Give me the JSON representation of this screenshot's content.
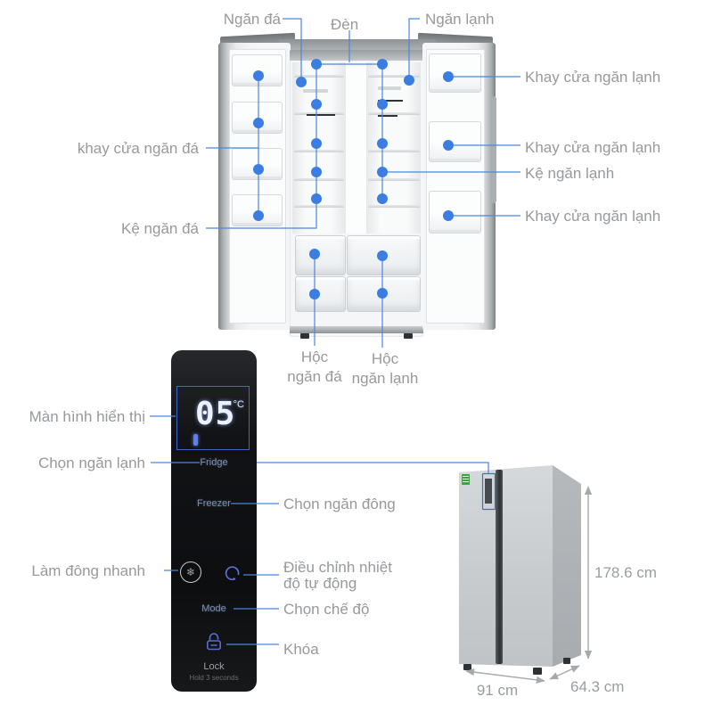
{
  "diagram": {
    "top": {
      "ngan_da": "Ngăn đá",
      "den": "Đèn",
      "ngan_lanh": "Ngăn lạnh"
    },
    "left": {
      "khay_cua_ngan_da": "khay cửa ngăn đá",
      "ke_ngan_da": "Kệ ngăn đá"
    },
    "right": {
      "khay_1": "Khay cửa ngăn lạnh",
      "khay_2": "Khay cửa ngăn lạnh",
      "ke_ngan_lanh": "Kệ ngăn lạnh",
      "khay_3": "Khay cửa ngăn lạnh"
    },
    "bottom": {
      "hoc_ngan_da": {
        "line1": "Hộc",
        "line2": "ngăn đá"
      },
      "hoc_ngan_lanh": {
        "line1": "Hộc",
        "line2": "ngăn lạnh"
      }
    }
  },
  "panel": {
    "display": {
      "value": "05",
      "unit": "°C"
    },
    "fridge": "Fridge",
    "freezer": "Freezer",
    "mode": "Mode",
    "lock": "Lock",
    "lock_hint": "Hold 3 seconds",
    "icons": {
      "quick_freeze": "❄"
    },
    "callouts": {
      "man_hinh": "Màn hình hiển thị",
      "chon_ngan_lanh": "Chọn ngăn lạnh",
      "lam_dong_nhanh": "Làm đông nhanh",
      "chon_ngan_dong": "Chọn ngăn đông",
      "dieu_chinh": {
        "line1": "Điều chỉnh nhiệt",
        "line2": "độ tự động"
      },
      "chon_che_do": "Chọn chế độ",
      "khoa": "Khóa"
    }
  },
  "dimensions": {
    "height": "178.6 cm",
    "width": "91 cm",
    "depth": "64.3 cm"
  },
  "colors": {
    "accent_blue": "#3b7de0",
    "line_blue": "#4a86e0",
    "label_gray": "#97999c",
    "panel_black": "#121316",
    "display_border": "#3e68c8",
    "badge_green": "#43a047"
  }
}
